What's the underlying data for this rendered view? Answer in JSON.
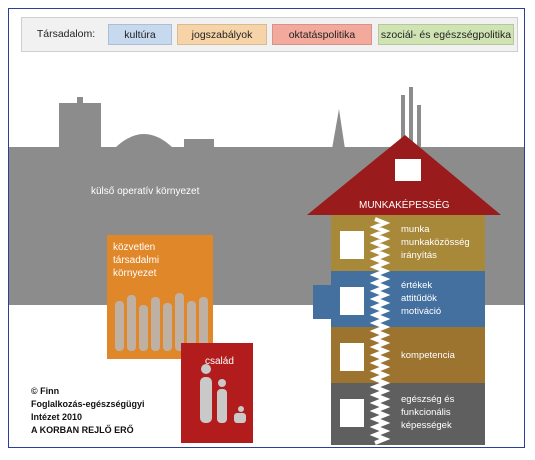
{
  "topbar": {
    "society_label": "Társadalom:",
    "tags": [
      {
        "label": "kultúra",
        "color": "#c6d9ee"
      },
      {
        "label": "jogszabályok",
        "color": "#f6d4a8"
      },
      {
        "label": "oktatáspolitika",
        "color": "#f3a99c"
      },
      {
        "label": "szociál- és egészségpolitika",
        "color": "#cfe3b3"
      }
    ]
  },
  "environment": {
    "outer_label": "külső operatív környezet",
    "immediate_label": "közvetlen társadalmi környezet",
    "immediate_lines": [
      "közvetlen",
      "társadalmi",
      "környezet"
    ],
    "family_label": "család"
  },
  "house": {
    "roof_label": "MUNKAKÉPESSÉG",
    "floors": [
      {
        "lines": [
          "munka",
          "munkaközösség",
          "irányítás"
        ],
        "color": "#a8893a"
      },
      {
        "lines": [
          "értékek",
          "attitűdök",
          "motiváció"
        ],
        "color": "#4470a0"
      },
      {
        "lines": [
          "kompetencia"
        ],
        "color": "#9c7430"
      },
      {
        "lines": [
          "egészség és",
          "funkcionális",
          "képességek"
        ],
        "color": "#5f5f5f"
      }
    ]
  },
  "credit": {
    "lines": [
      "© Finn",
      "Foglalkozás-egészségügyi",
      "Intézet 2010",
      "A KORBAN REJLŐ ERŐ"
    ]
  },
  "colors": {
    "frame": "#2a3f9a",
    "skyline": "#8c8c8c",
    "immediate_box": "#e0872a",
    "family_box": "#b21c1c",
    "roof": "#9a1b1b"
  }
}
